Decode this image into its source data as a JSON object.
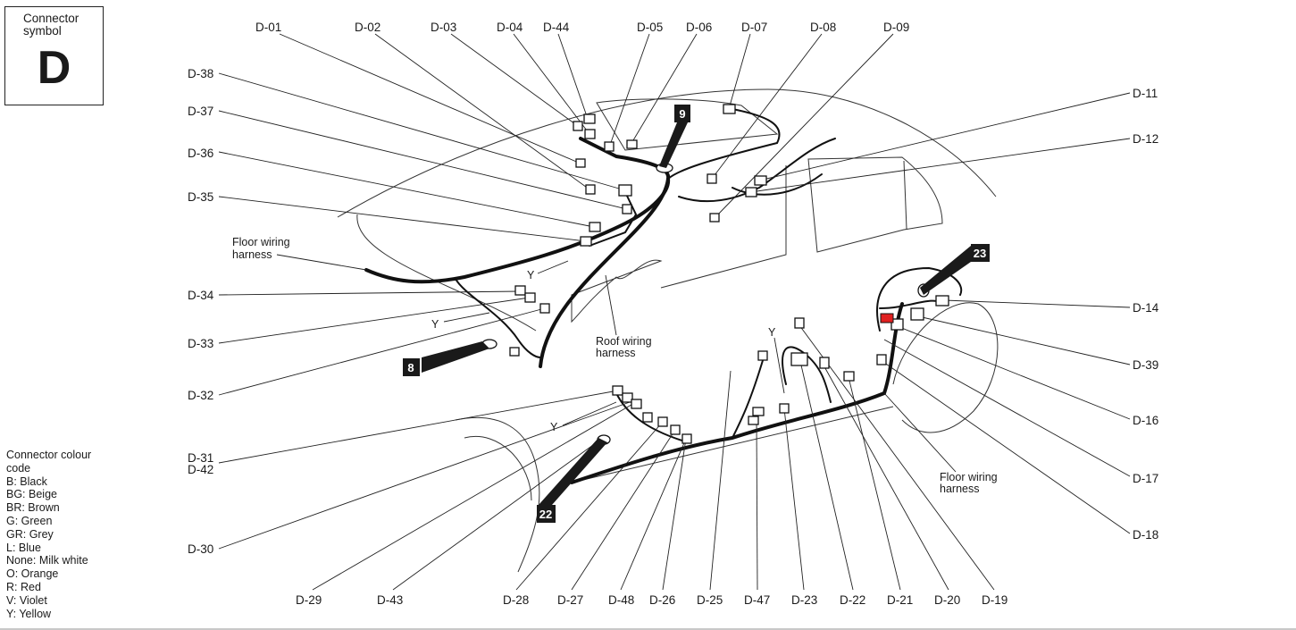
{
  "symbol_box": {
    "caption": "Connector\nsymbol",
    "letter": "D"
  },
  "legend": {
    "title": "Connector colour\ncode",
    "items": [
      "B: Black",
      "BG: Beige",
      "BR: Brown",
      "G: Green",
      "GR: Grey",
      "L: Blue",
      "None: Milk white",
      "O: Orange",
      "R: Red",
      "V: Violet",
      "Y: Yellow"
    ]
  },
  "colors": {
    "ink": "#1a1a1a",
    "badge": "#1a1a1a",
    "highlight_connector": "#e02020",
    "rule": "#c8c8c8"
  },
  "notes": {
    "floor_left": [
      "Floor wiring",
      "harness"
    ],
    "roof": [
      "Roof wiring",
      "harness"
    ],
    "floor_right": [
      "Floor wiring",
      "harness"
    ],
    "y_marker": "Y"
  },
  "badges": [
    "9",
    "8",
    "23",
    "22"
  ],
  "connectors": {
    "top": [
      "D-01",
      "D-02",
      "D-03",
      "D-04",
      "D-44",
      "D-05",
      "D-06",
      "D-07",
      "D-08",
      "D-09"
    ],
    "left": [
      "D-38",
      "D-37",
      "D-36",
      "D-35",
      "D-34",
      "D-33",
      "D-32",
      "D-31",
      "D-42",
      "D-30"
    ],
    "right": [
      "D-11",
      "D-12",
      "D-14",
      "D-39",
      "D-16",
      "D-17",
      "D-18"
    ],
    "bottom": [
      "D-29",
      "D-43",
      "D-28",
      "D-27",
      "D-48",
      "D-26",
      "D-25",
      "D-47",
      "D-23",
      "D-22",
      "D-21",
      "D-20",
      "D-19"
    ]
  }
}
